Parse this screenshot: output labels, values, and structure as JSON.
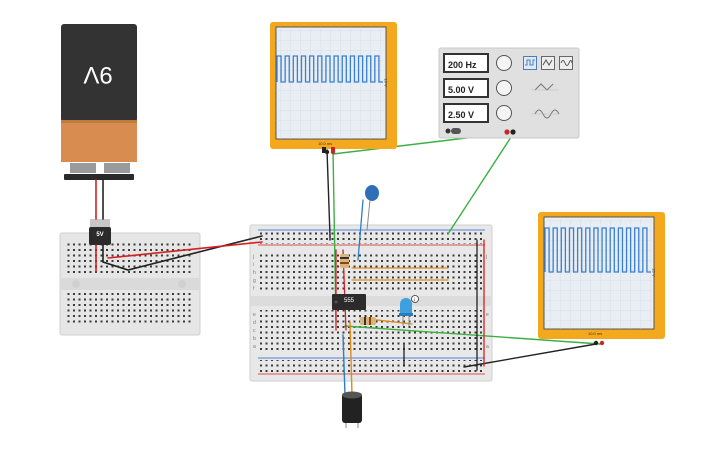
{
  "battery": {
    "label": "9V"
  },
  "regulator": {
    "label": "5V"
  },
  "ic": {
    "label": "555"
  },
  "function_generator": {
    "frequency": "200 Hz",
    "amplitude": "5.00 V",
    "offset": "2.50 V",
    "waveforms": [
      "square-wave-icon",
      "triangle-wave-icon",
      "sine-wave-icon"
    ]
  },
  "oscilloscope_top": {
    "scale_label": "10.0 ms",
    "side_label": "10 V"
  },
  "oscilloscope_right": {
    "scale_label": "10.0 ms",
    "side_label": "10 V"
  },
  "colors": {
    "scope_frame": "#f4a81d",
    "trace": "#3a7fd0",
    "wire_red": "#d32020",
    "wire_black": "#222222",
    "wire_green": "#3cb043",
    "wire_orange": "#e08a1e",
    "wire_blue": "#2e7fc0",
    "led": "#3fa0e0",
    "capacitor": "#2f6fb5"
  }
}
